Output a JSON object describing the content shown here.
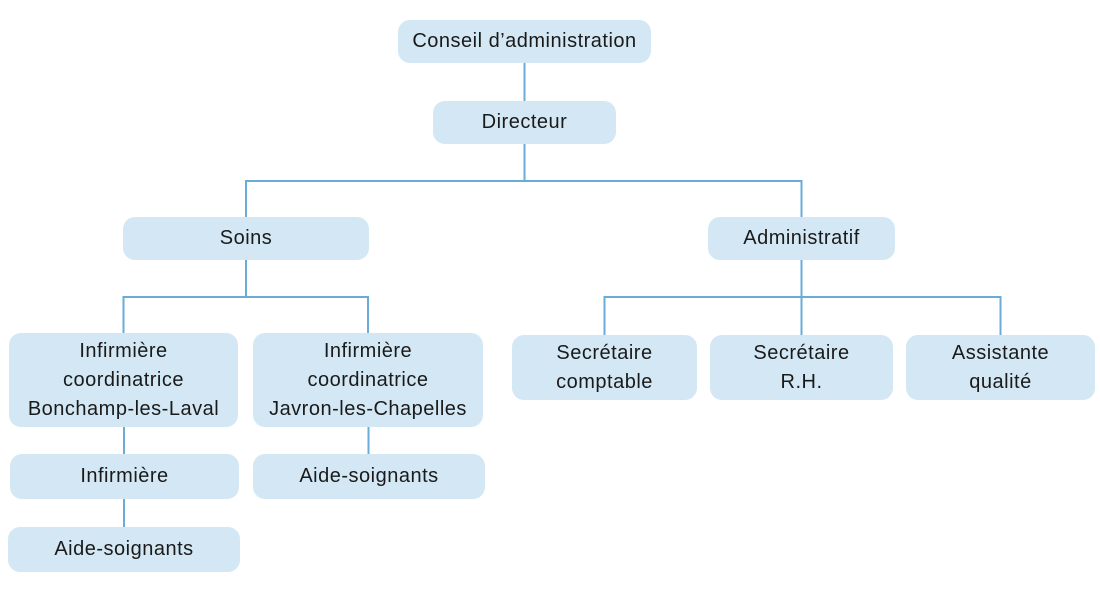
{
  "colors": {
    "node_fill": "#d3e8f4",
    "connector": "#6aacd8",
    "text": "#1a1a1a",
    "background": "#ffffff"
  },
  "org_chart": {
    "type": "organization-chart",
    "nodes": {
      "conseil": {
        "label": "Conseil d’administration",
        "reports_to": null
      },
      "directeur": {
        "label": "Directeur",
        "reports_to": "conseil"
      },
      "soins": {
        "label": "Soins",
        "reports_to": "directeur"
      },
      "administratif": {
        "label": "Administratif",
        "reports_to": "directeur"
      },
      "coord_bonchamp": {
        "label": "Infirmière\ncoordinatrice\nBonchamp-les-Laval",
        "reports_to": "soins"
      },
      "coord_javron": {
        "label": "Infirmière\ncoordinatrice\nJavron-les-Chapelles",
        "reports_to": "soins"
      },
      "secretaire_comptable": {
        "label": "Secrétaire\ncomptable",
        "reports_to": "administratif"
      },
      "secretaire_rh": {
        "label": "Secrétaire\nR.H.",
        "reports_to": "administratif"
      },
      "assistante_qualite": {
        "label": "Assistante\nqualité",
        "reports_to": "administratif"
      },
      "infirmiere": {
        "label": "Infirmière",
        "reports_to": "coord_bonchamp"
      },
      "aide_soignants_javron": {
        "label": "Aide-soignants",
        "reports_to": "coord_javron"
      },
      "aide_soignants_bonchamp": {
        "label": "Aide-soignants",
        "reports_to": "infirmiere"
      }
    }
  }
}
